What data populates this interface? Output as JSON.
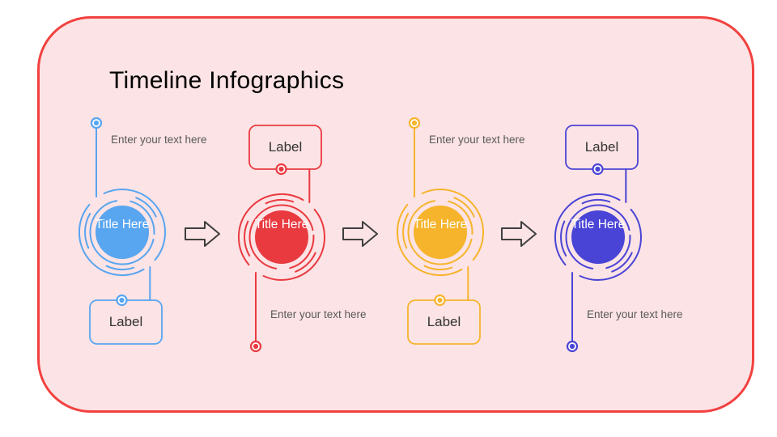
{
  "slide": {
    "title": "Timeline Infographics"
  },
  "colors": {
    "slide_fill": "#fce3e5",
    "slide_border": "#f2413f",
    "arrow": "#3f3f3f",
    "note_text": "#595959",
    "label_text": "#333333"
  },
  "items": [
    {
      "title": "Title Here",
      "label": "Label",
      "note": "Enter your text here",
      "color": "#58a5f0",
      "label_position": "below"
    },
    {
      "title": "Title Here",
      "label": "Label",
      "note": "Enter your text here",
      "color": "#e93a40",
      "label_position": "above"
    },
    {
      "title": "Title Here",
      "label": "Label",
      "note": "Enter your text here",
      "color": "#f6b42c",
      "label_position": "below"
    },
    {
      "title": "Title Here",
      "label": "Label",
      "note": "Enter your text here",
      "color": "#4a44d6",
      "label_position": "above"
    }
  ]
}
